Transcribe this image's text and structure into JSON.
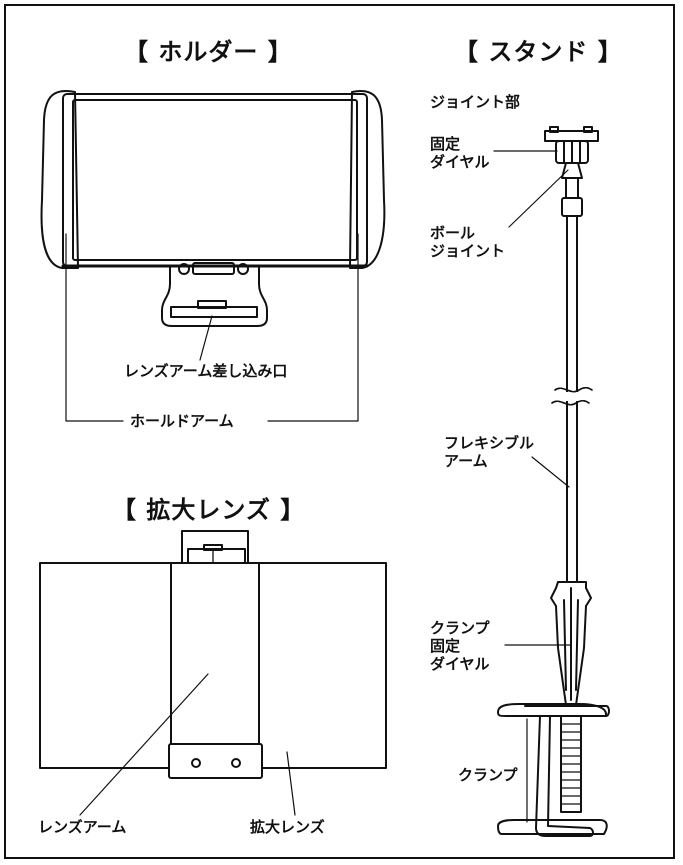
{
  "sections": {
    "holder": "【 ホルダー 】",
    "stand": "【 スタンド 】",
    "lens": "【 拡大レンズ 】"
  },
  "labels": {
    "lens_arm_slot": "レンズアーム差し込み口",
    "hold_arm": "ホールドアーム",
    "joint_part": "ジョイント部",
    "fixed_dial": [
      "固定",
      "ダイヤル"
    ],
    "ball_joint": [
      "ボール",
      "ジョイント"
    ],
    "flexible_arm": [
      "フレキシブル",
      "アーム"
    ],
    "clamp_fixed_dial": [
      "クランプ",
      "固定",
      "ダイヤル"
    ],
    "clamp": "クランプ",
    "lens_arm": "レンズアーム",
    "magnifier_lens": "拡大レンズ"
  }
}
